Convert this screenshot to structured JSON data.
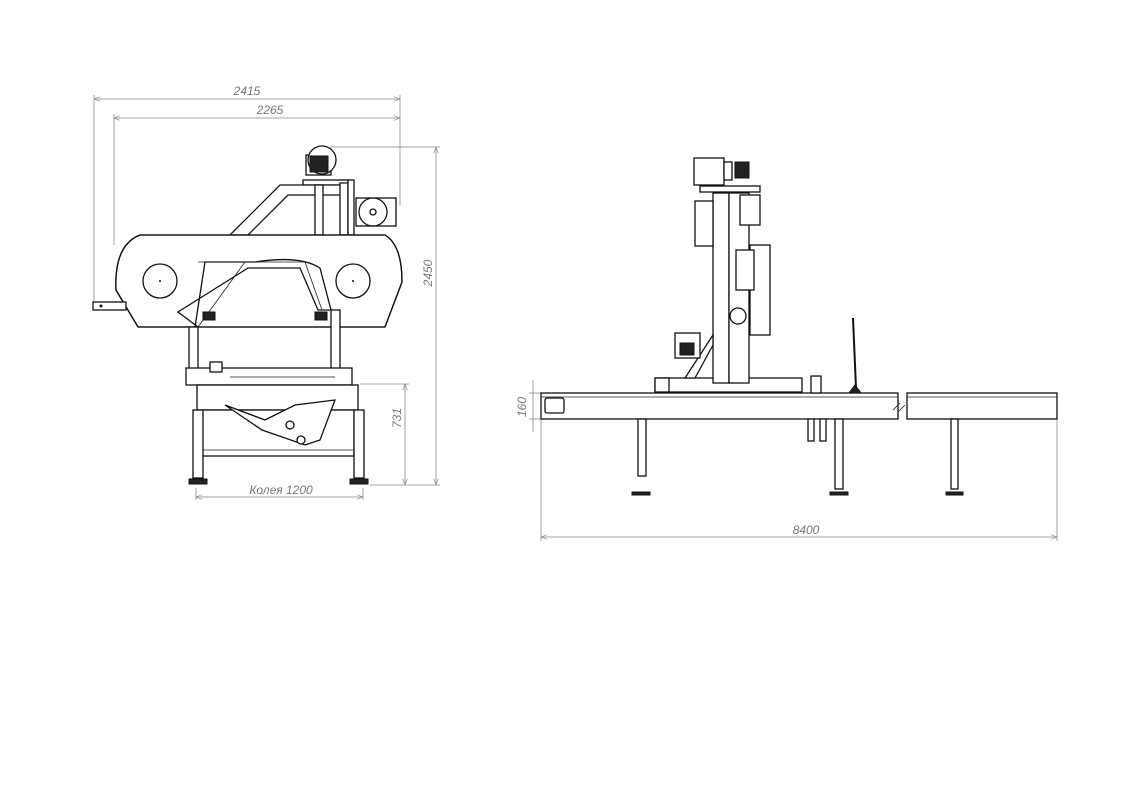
{
  "drawing": {
    "front_view": {
      "overall_width_label": "2415",
      "frame_width_label": "2265",
      "overall_height_label": "2450",
      "table_height_label": "731",
      "track_label": "Колея 1200"
    },
    "side_view": {
      "beam_height_label": "160",
      "overall_length_label": "8400"
    }
  }
}
